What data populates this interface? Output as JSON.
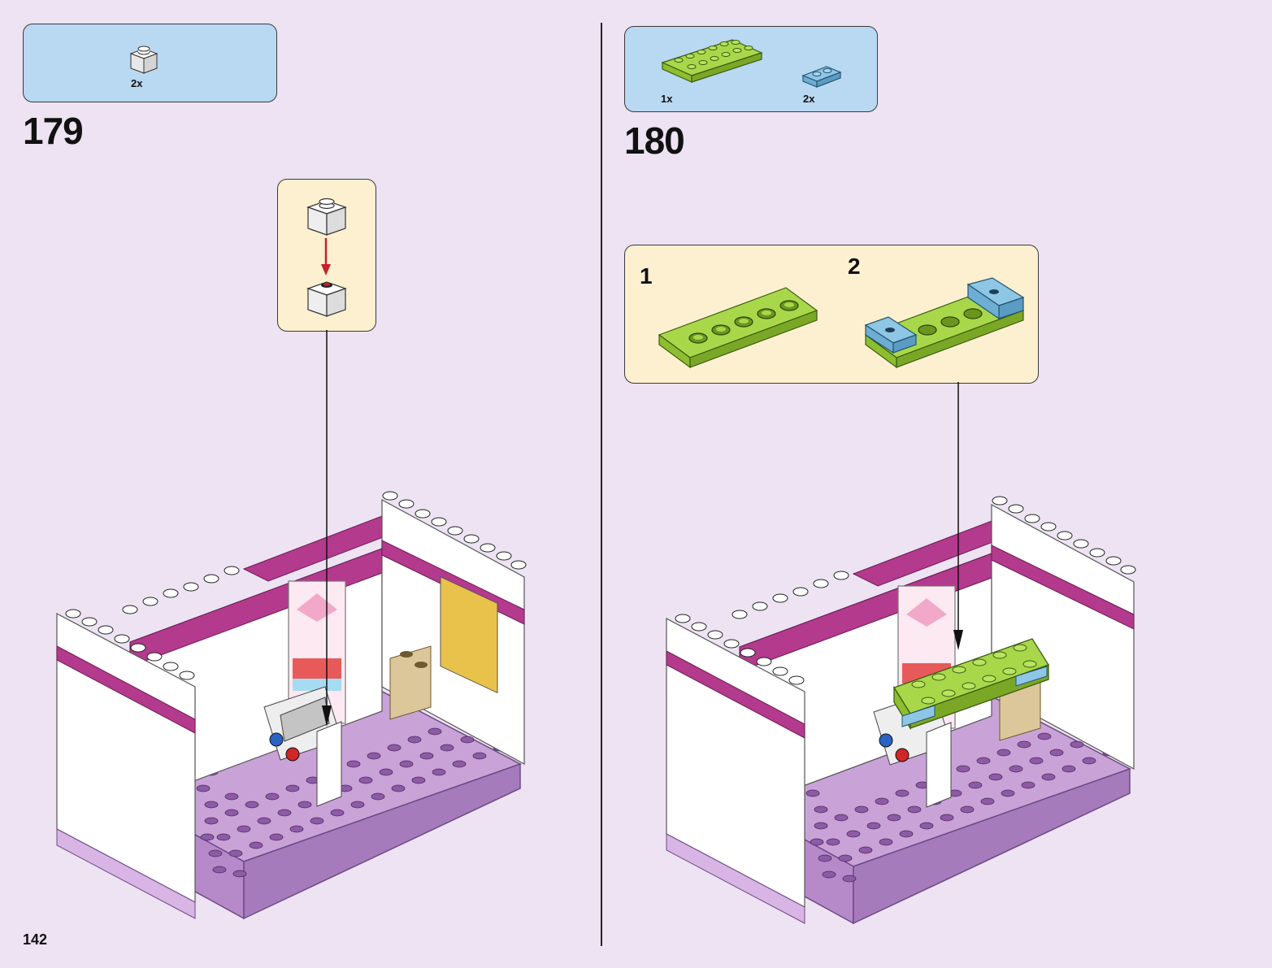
{
  "page": {
    "number": "142"
  },
  "colors": {
    "background": "#ede3f2",
    "parts_box": "#b9d8f2",
    "subassembly_box": "#fdf0d0",
    "lime": "#a8d84a",
    "light_blue": "#8ec6e6",
    "magenta": "#b43a8e",
    "lavender": "#c9a3d8",
    "white_brick": "#ffffff",
    "tan": "#dcc79a"
  },
  "steps": [
    {
      "number": "179",
      "parts": [
        {
          "qty": "2x",
          "icon": "white-1x1-brick-icon"
        }
      ]
    },
    {
      "number": "180",
      "parts": [
        {
          "qty": "1x",
          "icon": "lime-2x6-plate-icon"
        },
        {
          "qty": "2x",
          "icon": "light-blue-1x2-plate-icon"
        }
      ],
      "subassembly_labels": [
        "1",
        "2"
      ]
    }
  ]
}
